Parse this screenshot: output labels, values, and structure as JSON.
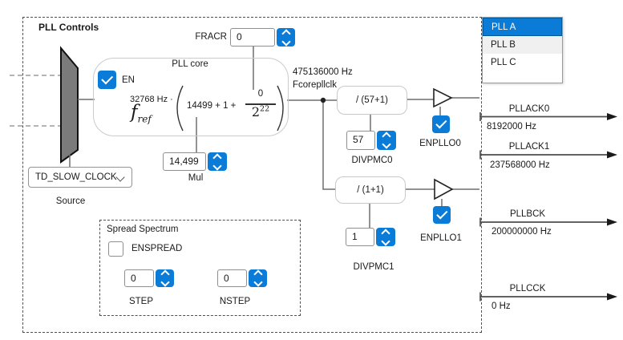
{
  "panel": {
    "title": "PLL Controls"
  },
  "pll_selector": {
    "items": [
      {
        "label": "PLL A",
        "selected": true
      },
      {
        "label": "PLL B",
        "selected": false
      },
      {
        "label": "PLL C",
        "selected": false
      }
    ]
  },
  "source": {
    "value": "TD_SLOW_CLOCK",
    "label": "Source"
  },
  "pll_core": {
    "title": "PLL core",
    "en": {
      "label": "EN",
      "checked": true
    },
    "formula": {
      "ref_freq": "32768 Hz ·",
      "f": "f",
      "f_sub": "ref",
      "int_term": "14499 + 1 +",
      "frac_num": "0",
      "frac_den_base": "2",
      "frac_den_exp": "22"
    },
    "out_freq": "475136000 Hz",
    "out_name": "Fcorepllclk"
  },
  "fracr": {
    "label": "FRACR",
    "value": "0"
  },
  "mul": {
    "label": "Mul",
    "value": "14,499"
  },
  "spread": {
    "title": "Spread Spectrum",
    "enspread": {
      "label": "ENSPREAD",
      "checked": false
    },
    "step": {
      "label": "STEP",
      "value": "0"
    },
    "nstep": {
      "label": "NSTEP",
      "value": "0"
    }
  },
  "div0": {
    "expr": "/ (57+1)",
    "value": "57",
    "name": "DIVPMC0",
    "en_label": "ENPLLO0",
    "en_checked": true
  },
  "div1": {
    "expr": "/ (1+1)",
    "value": "1",
    "name": "DIVPMC1",
    "en_label": "ENPLLO1",
    "en_checked": true
  },
  "outputs": [
    {
      "name": "PLLACK0",
      "freq": "8192000 Hz"
    },
    {
      "name": "PLLACK1",
      "freq": "237568000 Hz"
    },
    {
      "name": "PLLBCK",
      "freq": "200000000 Hz"
    },
    {
      "name": "PLLCCK",
      "freq": "0 Hz"
    }
  ],
  "colors": {
    "accent": "#0b7bd8",
    "selection": "#0b7bd8"
  }
}
